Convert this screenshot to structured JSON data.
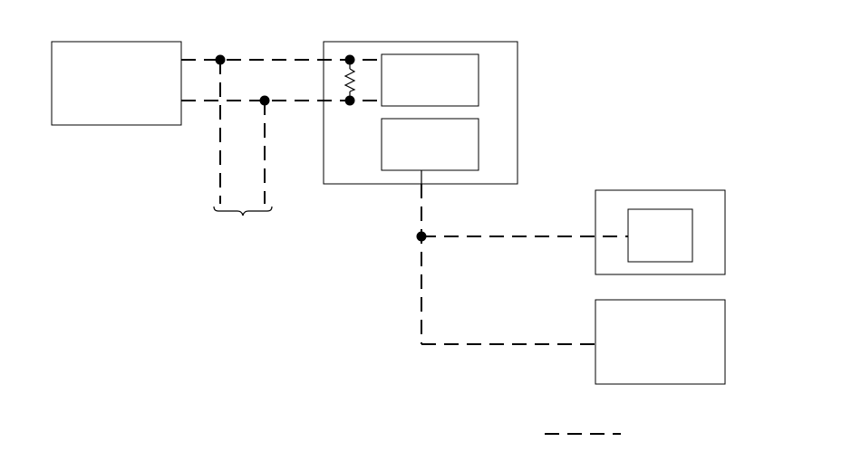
{
  "diagram": {
    "colors": {
      "background": "#ffffff",
      "stroke": "#000000"
    },
    "boxes": [
      {
        "id": "source-box",
        "text": ""
      },
      {
        "id": "controller-box",
        "text": ""
      },
      {
        "id": "controller-upper-module",
        "text": ""
      },
      {
        "id": "controller-lower-module",
        "text": ""
      },
      {
        "id": "device-one-box",
        "text": ""
      },
      {
        "id": "device-one-inner-module",
        "text": ""
      },
      {
        "id": "device-two-box",
        "text": ""
      }
    ],
    "legend": {
      "symbol": "dashed-line",
      "text": ""
    }
  }
}
